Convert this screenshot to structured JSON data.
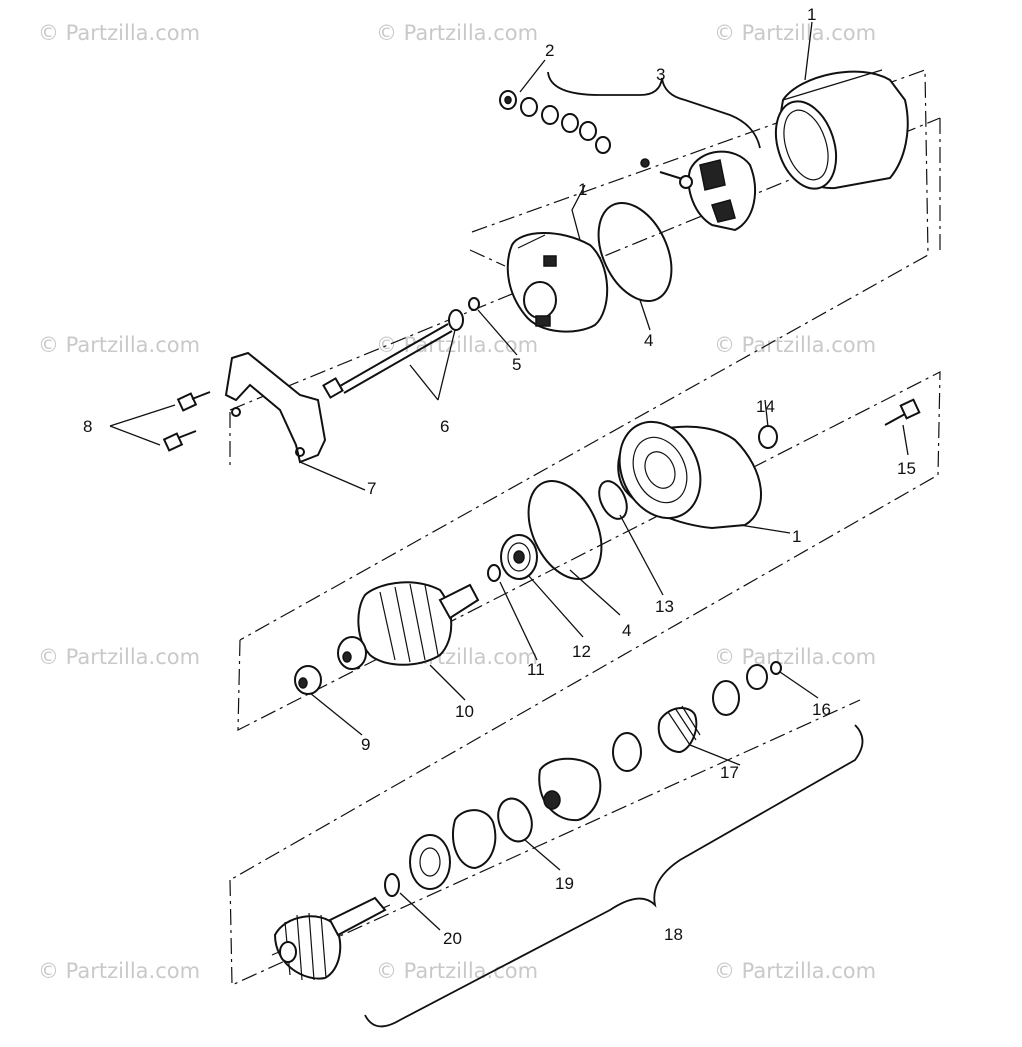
{
  "watermark": "© Partzilla.com",
  "callouts": {
    "n1a": "1",
    "n1b": "1",
    "n1c": "1",
    "n2": "2",
    "n3": "3",
    "n4a": "4",
    "n4b": "4",
    "n5": "5",
    "n6": "6",
    "n7": "7",
    "n8": "8",
    "n9": "9",
    "n10": "10",
    "n11": "11",
    "n12": "12",
    "n13": "13",
    "n14": "14",
    "n15": "15",
    "n16": "16",
    "n17": "17",
    "n18": "18",
    "n19": "19",
    "n20": "20"
  }
}
